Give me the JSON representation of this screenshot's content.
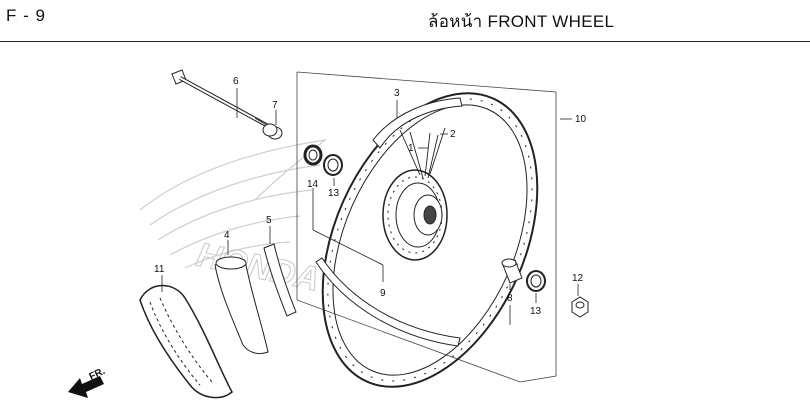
{
  "header": {
    "page_code": "F - 9",
    "title": "ล้อหน้า  FRONT WHEEL"
  },
  "watermark": {
    "text": "HONDA"
  },
  "direction": {
    "text": "FR."
  },
  "callouts": [
    {
      "id": "c1",
      "label": "1"
    },
    {
      "id": "c2",
      "label": "2"
    },
    {
      "id": "c3",
      "label": "3"
    },
    {
      "id": "c4",
      "label": "4"
    },
    {
      "id": "c5",
      "label": "5"
    },
    {
      "id": "c6",
      "label": "6"
    },
    {
      "id": "c7",
      "label": "7"
    },
    {
      "id": "c8",
      "label": "8"
    },
    {
      "id": "c9",
      "label": "9"
    },
    {
      "id": "c10",
      "label": "10"
    },
    {
      "id": "c11",
      "label": "11"
    },
    {
      "id": "c12",
      "label": "12"
    },
    {
      "id": "c13a",
      "label": "13"
    },
    {
      "id": "c13b",
      "label": "13"
    },
    {
      "id": "c14",
      "label": "14"
    }
  ]
}
